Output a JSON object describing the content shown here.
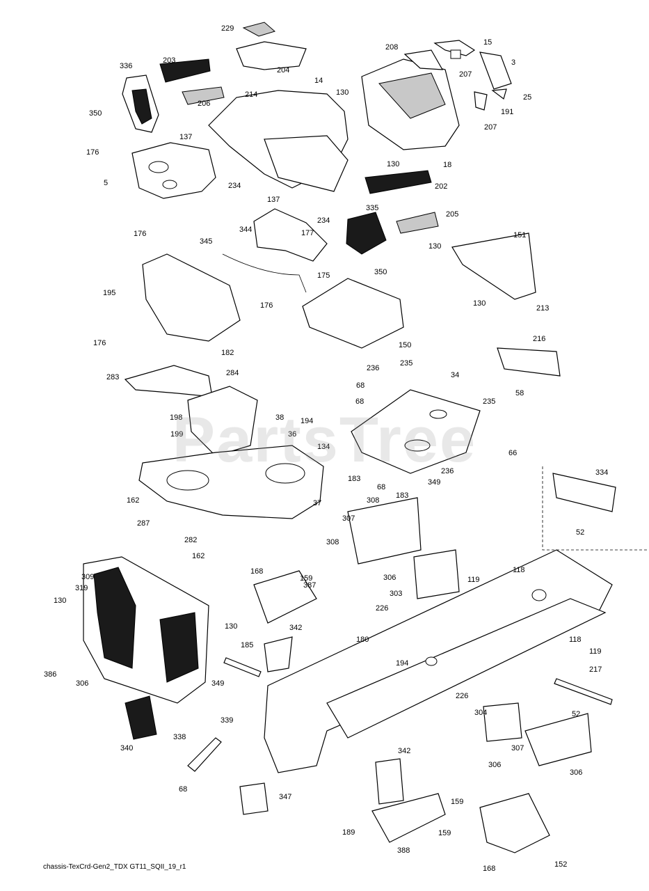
{
  "watermark": "PartsTree",
  "footer_caption": "chassis-TexCrd-Gen2_TDX GT11_SQII_19_r1",
  "callouts": [
    "229",
    "203",
    "204",
    "336",
    "214",
    "206",
    "14",
    "350",
    "176",
    "137",
    "5",
    "234",
    "137",
    "234",
    "176",
    "344",
    "177",
    "345",
    "175",
    "195",
    "176",
    "176",
    "182",
    "208",
    "15",
    "3",
    "207",
    "25",
    "130",
    "130",
    "191",
    "207",
    "18",
    "202",
    "335",
    "205",
    "350",
    "130",
    "151",
    "130",
    "213",
    "216",
    "150",
    "283",
    "284",
    "198",
    "199",
    "38",
    "194",
    "36",
    "134",
    "162",
    "287",
    "282",
    "162",
    "37",
    "236",
    "235",
    "68",
    "34",
    "68",
    "235",
    "58",
    "66",
    "349",
    "236",
    "183",
    "68",
    "183",
    "334",
    "52",
    "308",
    "307",
    "308",
    "306",
    "303",
    "119",
    "118",
    "309",
    "319",
    "130",
    "386",
    "306",
    "340",
    "159",
    "168",
    "387",
    "130",
    "342",
    "185",
    "349",
    "226",
    "180",
    "194",
    "226",
    "118",
    "119",
    "217",
    "52",
    "339",
    "338",
    "68",
    "347",
    "342",
    "159",
    "159",
    "189",
    "388",
    "304",
    "307",
    "306",
    "306",
    "168",
    "152",
    "159"
  ],
  "colors": {
    "ink": "#000000",
    "paper": "#ffffff",
    "watermark": "#969696"
  }
}
